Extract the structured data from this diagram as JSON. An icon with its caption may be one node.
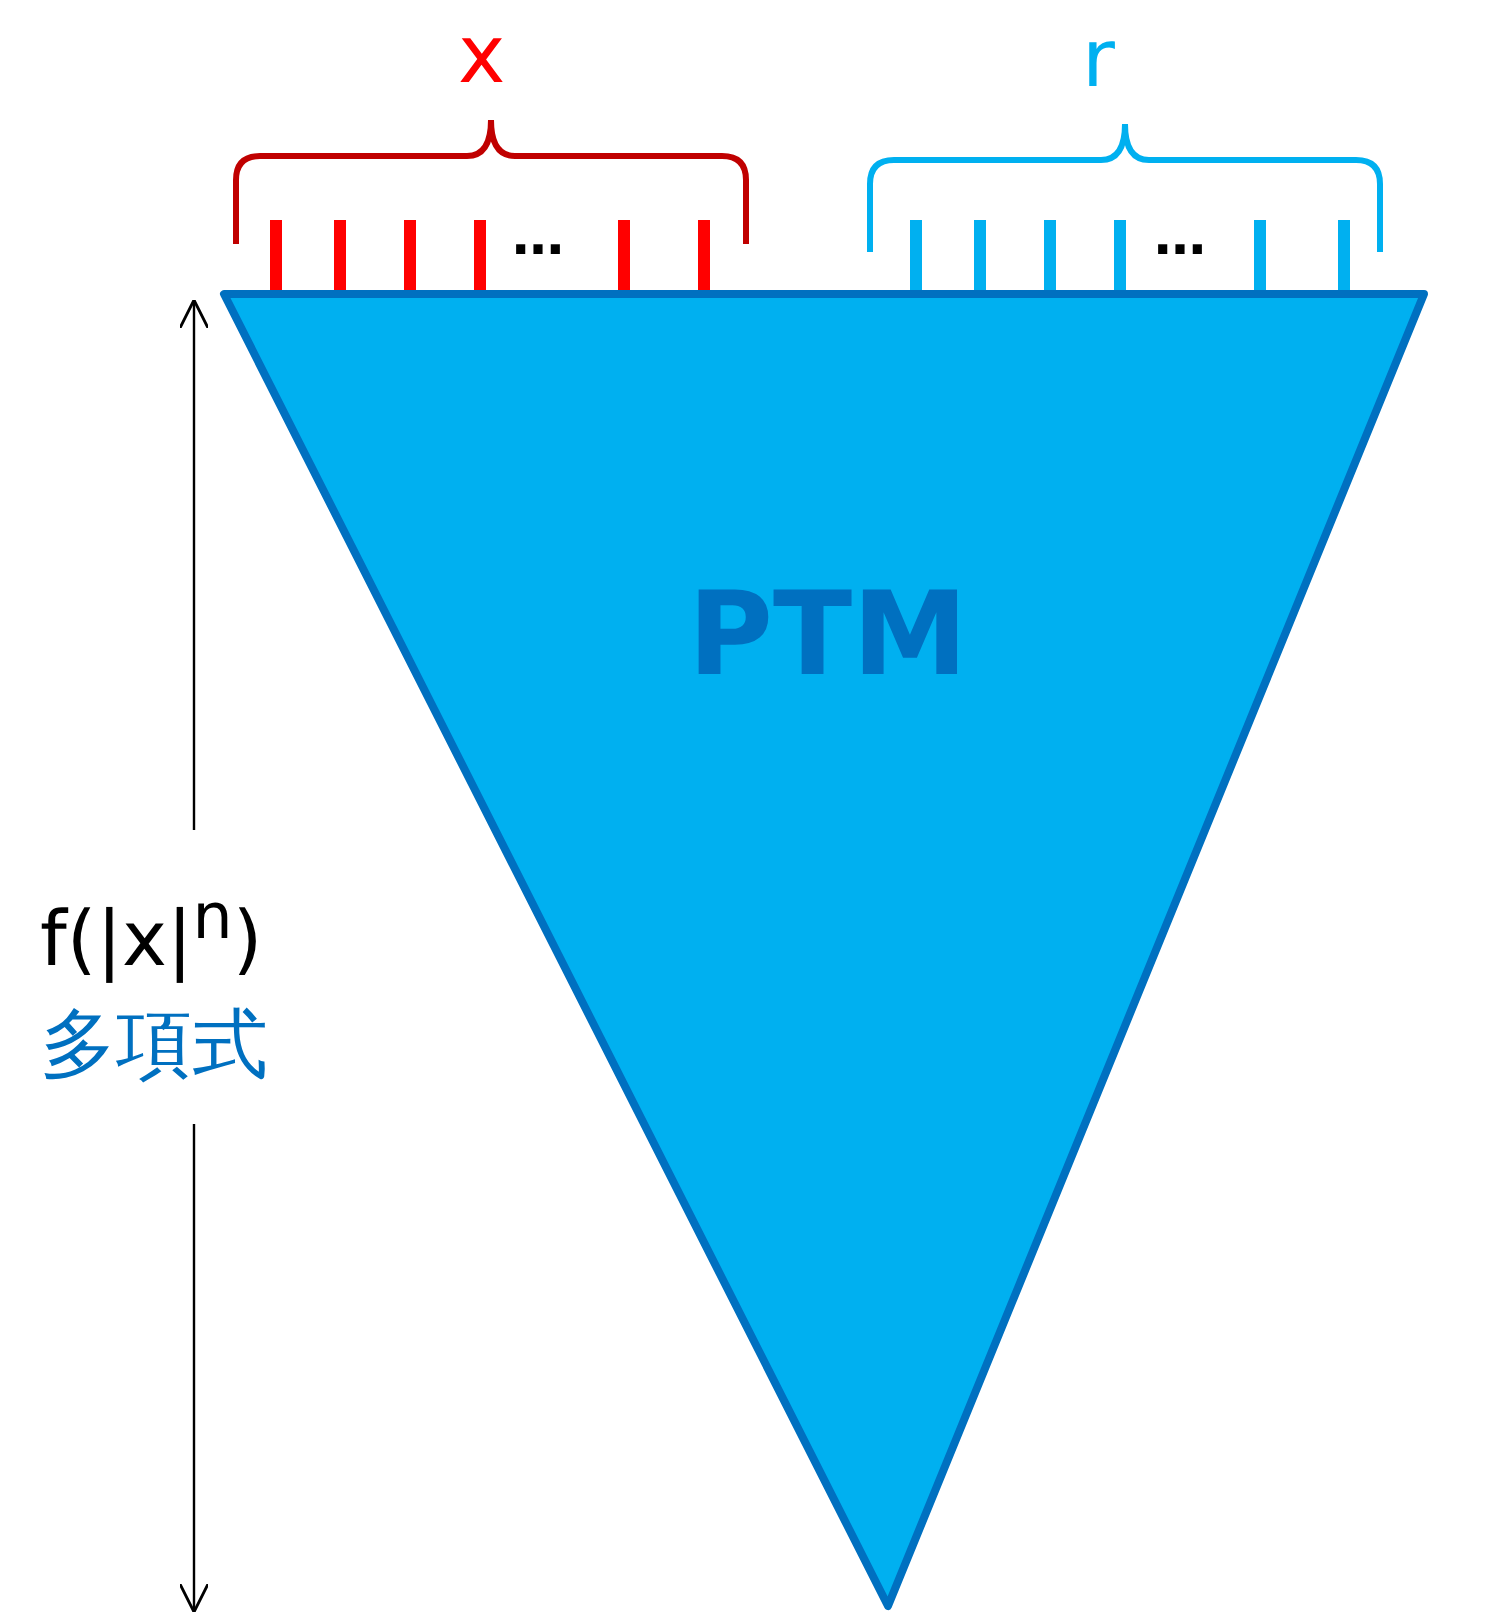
{
  "diagram": {
    "nodes": [
      {
        "text": [
          "PTM"
        ]
      }
    ],
    "edges": [],
    "labels": [
      "x",
      "r",
      "…",
      "…",
      "f(|x|$^{n}$)",
      "多項式"
    ]
  }
}
